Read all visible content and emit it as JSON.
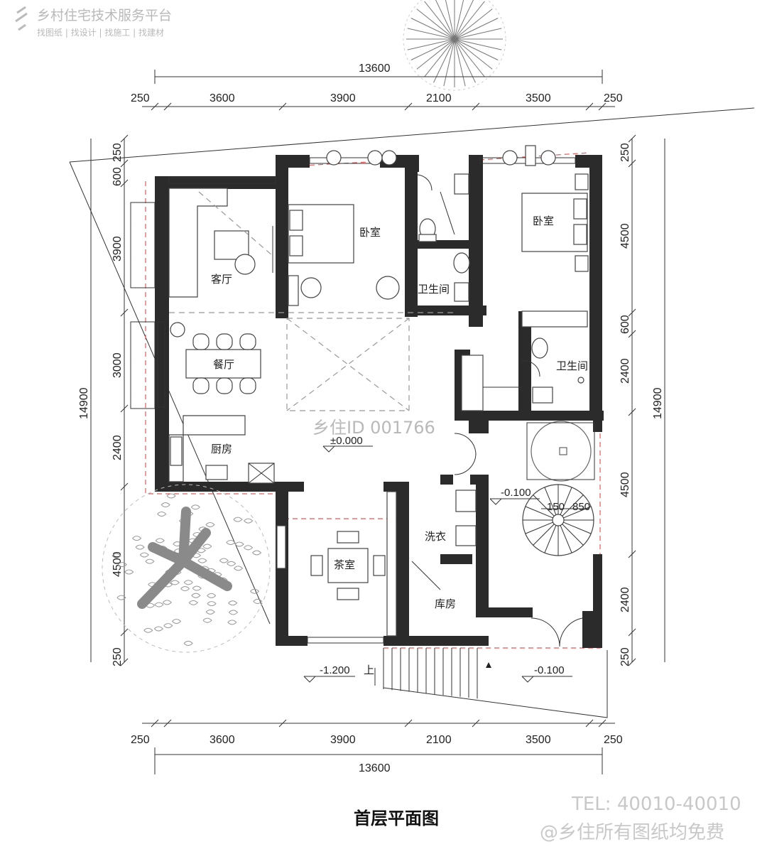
{
  "watermark": {
    "platform": "乡村住宅技术服务平台",
    "services": "找图纸 | 找设计 | 找施工 | 找建材",
    "id": "乡住ID 001766"
  },
  "dimensions": {
    "total_width": "13600",
    "total_depth": "14900",
    "cols": [
      "250",
      "3600",
      "3900",
      "2100",
      "3500",
      "250"
    ],
    "rows_left": [
      "250",
      "600",
      "3900",
      "3000",
      "2400",
      "4500",
      "250"
    ],
    "rows_right": [
      "250",
      "4500",
      "600",
      "2400",
      "4500",
      "2400",
      "250"
    ]
  },
  "rooms": {
    "living": "客厅",
    "bedroom1": "卧室",
    "bedroom2": "卧室",
    "bath1": "卫生间",
    "bath2": "卫生间",
    "dining": "餐厅",
    "kitchen": "厨房",
    "tea": "茶室",
    "laundry": "洗衣",
    "storage": "库房"
  },
  "levels": {
    "main": "±0.000",
    "stair_hall": "-0.100",
    "entry_left": "-1.200",
    "entry_right": "-0.100",
    "up_mark": "上",
    "stair_dim_a": "150",
    "stair_dim_b": "850"
  },
  "title": "首层平面图",
  "footer": {
    "tel": "TEL: 40010-40010",
    "note": "@乡住所有图纸均免费"
  }
}
